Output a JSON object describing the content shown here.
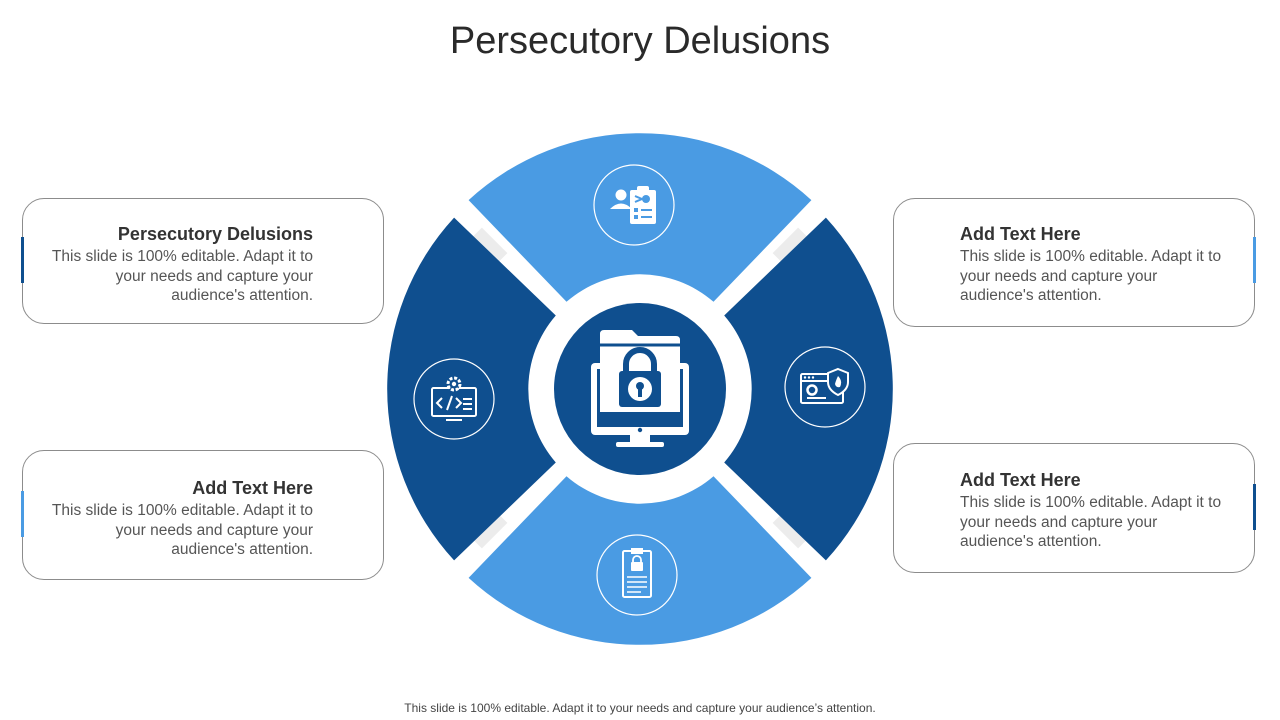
{
  "title": "Persecutory Delusions",
  "colors": {
    "light_blue": "#4a9be3",
    "dark_blue": "#0f4f8f",
    "gap_gray": "#ededed",
    "card_border": "#8c8c8c"
  },
  "cards": [
    {
      "position": "top-left",
      "heading": "Persecutory Delusions",
      "body": "This slide is 100% editable. Adapt it to your needs and capture your audience's attention.",
      "accent": "#0f4f8f"
    },
    {
      "position": "bottom-left",
      "heading": "Add Text Here",
      "body": "This slide is 100% editable. Adapt it to your needs and capture your audience's attention.",
      "accent": "#4a9be3"
    },
    {
      "position": "top-right",
      "heading": "Add Text Here",
      "body": "This slide is 100% editable. Adapt it to your needs and capture your audience's attention.",
      "accent": "#4a9be3"
    },
    {
      "position": "bottom-right",
      "heading": "Add Text Here",
      "body": "This slide is 100% editable. Adapt it to your needs and capture your audience's attention.",
      "accent": "#0f4f8f"
    }
  ],
  "segments": [
    {
      "position": "top",
      "icon": "user-checklist-icon",
      "color": "#4a9be3"
    },
    {
      "position": "right",
      "icon": "browser-security-shield-icon",
      "color": "#0f4f8f"
    },
    {
      "position": "bottom",
      "icon": "locked-document-icon",
      "color": "#4a9be3"
    },
    {
      "position": "left",
      "icon": "code-monitor-gear-icon",
      "color": "#0f4f8f"
    }
  ],
  "center_icon": "locked-folder-monitor-icon",
  "footer": "This slide is 100% editable. Adapt it to your needs and capture your audience’s attention."
}
